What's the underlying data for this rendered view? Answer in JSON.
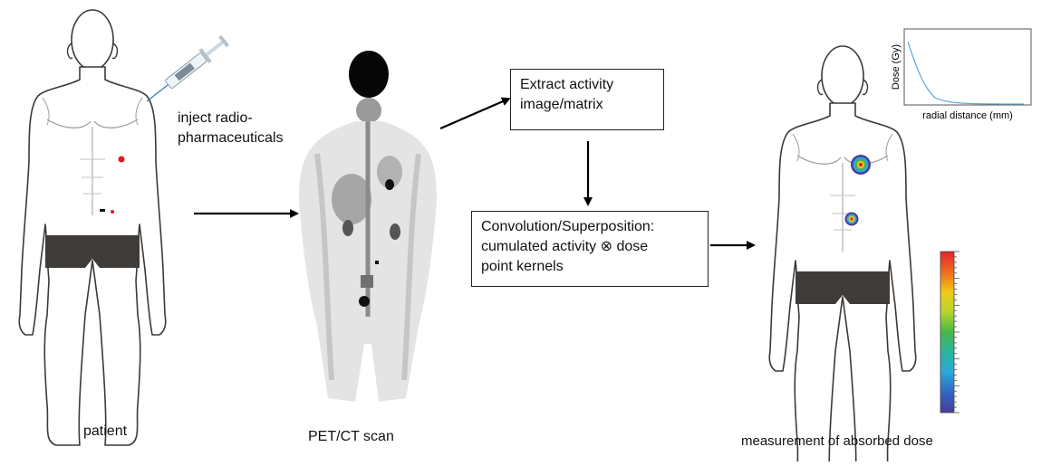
{
  "labels": {
    "inject": [
      "inject radio-",
      "pharmaceuticals"
    ],
    "patient": "patient",
    "scan": "PET/CT scan",
    "measurement": "measurement of absorbed dose"
  },
  "steps": {
    "extract": [
      "Extract activity",
      "image/matrix"
    ],
    "convolution": [
      "Convolution/Superposition:",
      "cumulated activity ⊗ dose",
      "point kernels"
    ]
  },
  "inset_plot": {
    "type": "line",
    "ylabel": "Dose (Gy)",
    "xlabel": "radial distance (mm)",
    "curve": "exponential decay",
    "line_color": "#5aa6d6"
  },
  "colorbar": {
    "colors": [
      "#e0262a",
      "#f06a1e",
      "#f0c818",
      "#b8d42c",
      "#48b848",
      "#2cb4a0",
      "#2ca8d8",
      "#3266c4",
      "#4a3c98"
    ],
    "tick_count": 31
  },
  "colors": {
    "skin": "#ffffff",
    "outline": "#3a3a3a",
    "shorts": "#3f3b38",
    "hotspot": "#e8191d"
  }
}
